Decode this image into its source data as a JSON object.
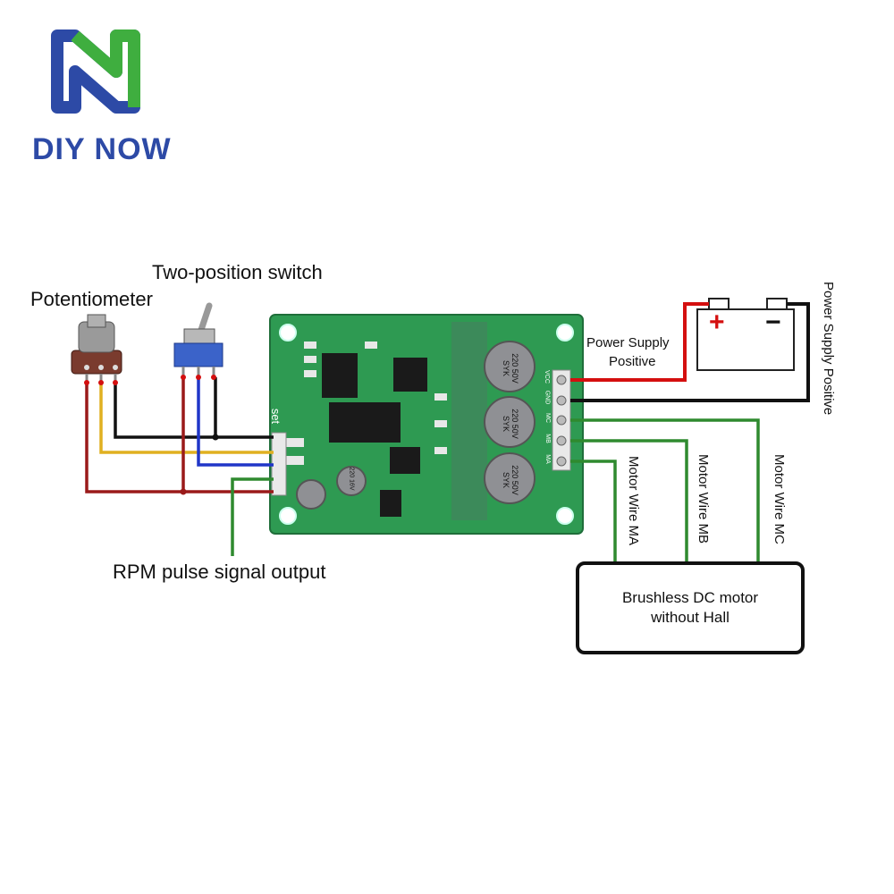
{
  "logo": {
    "text": "DIY NOW"
  },
  "labels": {
    "potentiometer": "Potentiometer",
    "switch": "Two-position switch",
    "rpm_output": "RPM pulse signal output",
    "power_positive_line1": "Power Supply",
    "power_positive_line2": "Positive",
    "power_positive_vertical": "Power Supply Positive",
    "motor_wire_ma": "Motor Wire MA",
    "motor_wire_mb": "Motor Wire MB",
    "motor_wire_mc": "Motor Wire MC"
  },
  "motor": {
    "line1": "Brushless DC motor",
    "line2": "without Hall"
  },
  "battery": {
    "plus": "+",
    "minus": "−"
  },
  "board": {
    "set_label": "set",
    "capacitor_label": "220 50V SYK",
    "small_cap_label": "220 16V",
    "terminals": [
      "VCC",
      "GND",
      "MC",
      "MB",
      "MA"
    ]
  },
  "colors": {
    "brand_blue": "#2d4aa6",
    "brand_green": "#3fae3f",
    "pcb": "#2e9a52",
    "wire_red": "#d40f0f",
    "wire_black": "#111111",
    "wire_green": "#2f8a2f",
    "wire_yellow": "#e0b020",
    "wire_blue": "#2036c8",
    "wire_darkred": "#9a1a1a"
  }
}
